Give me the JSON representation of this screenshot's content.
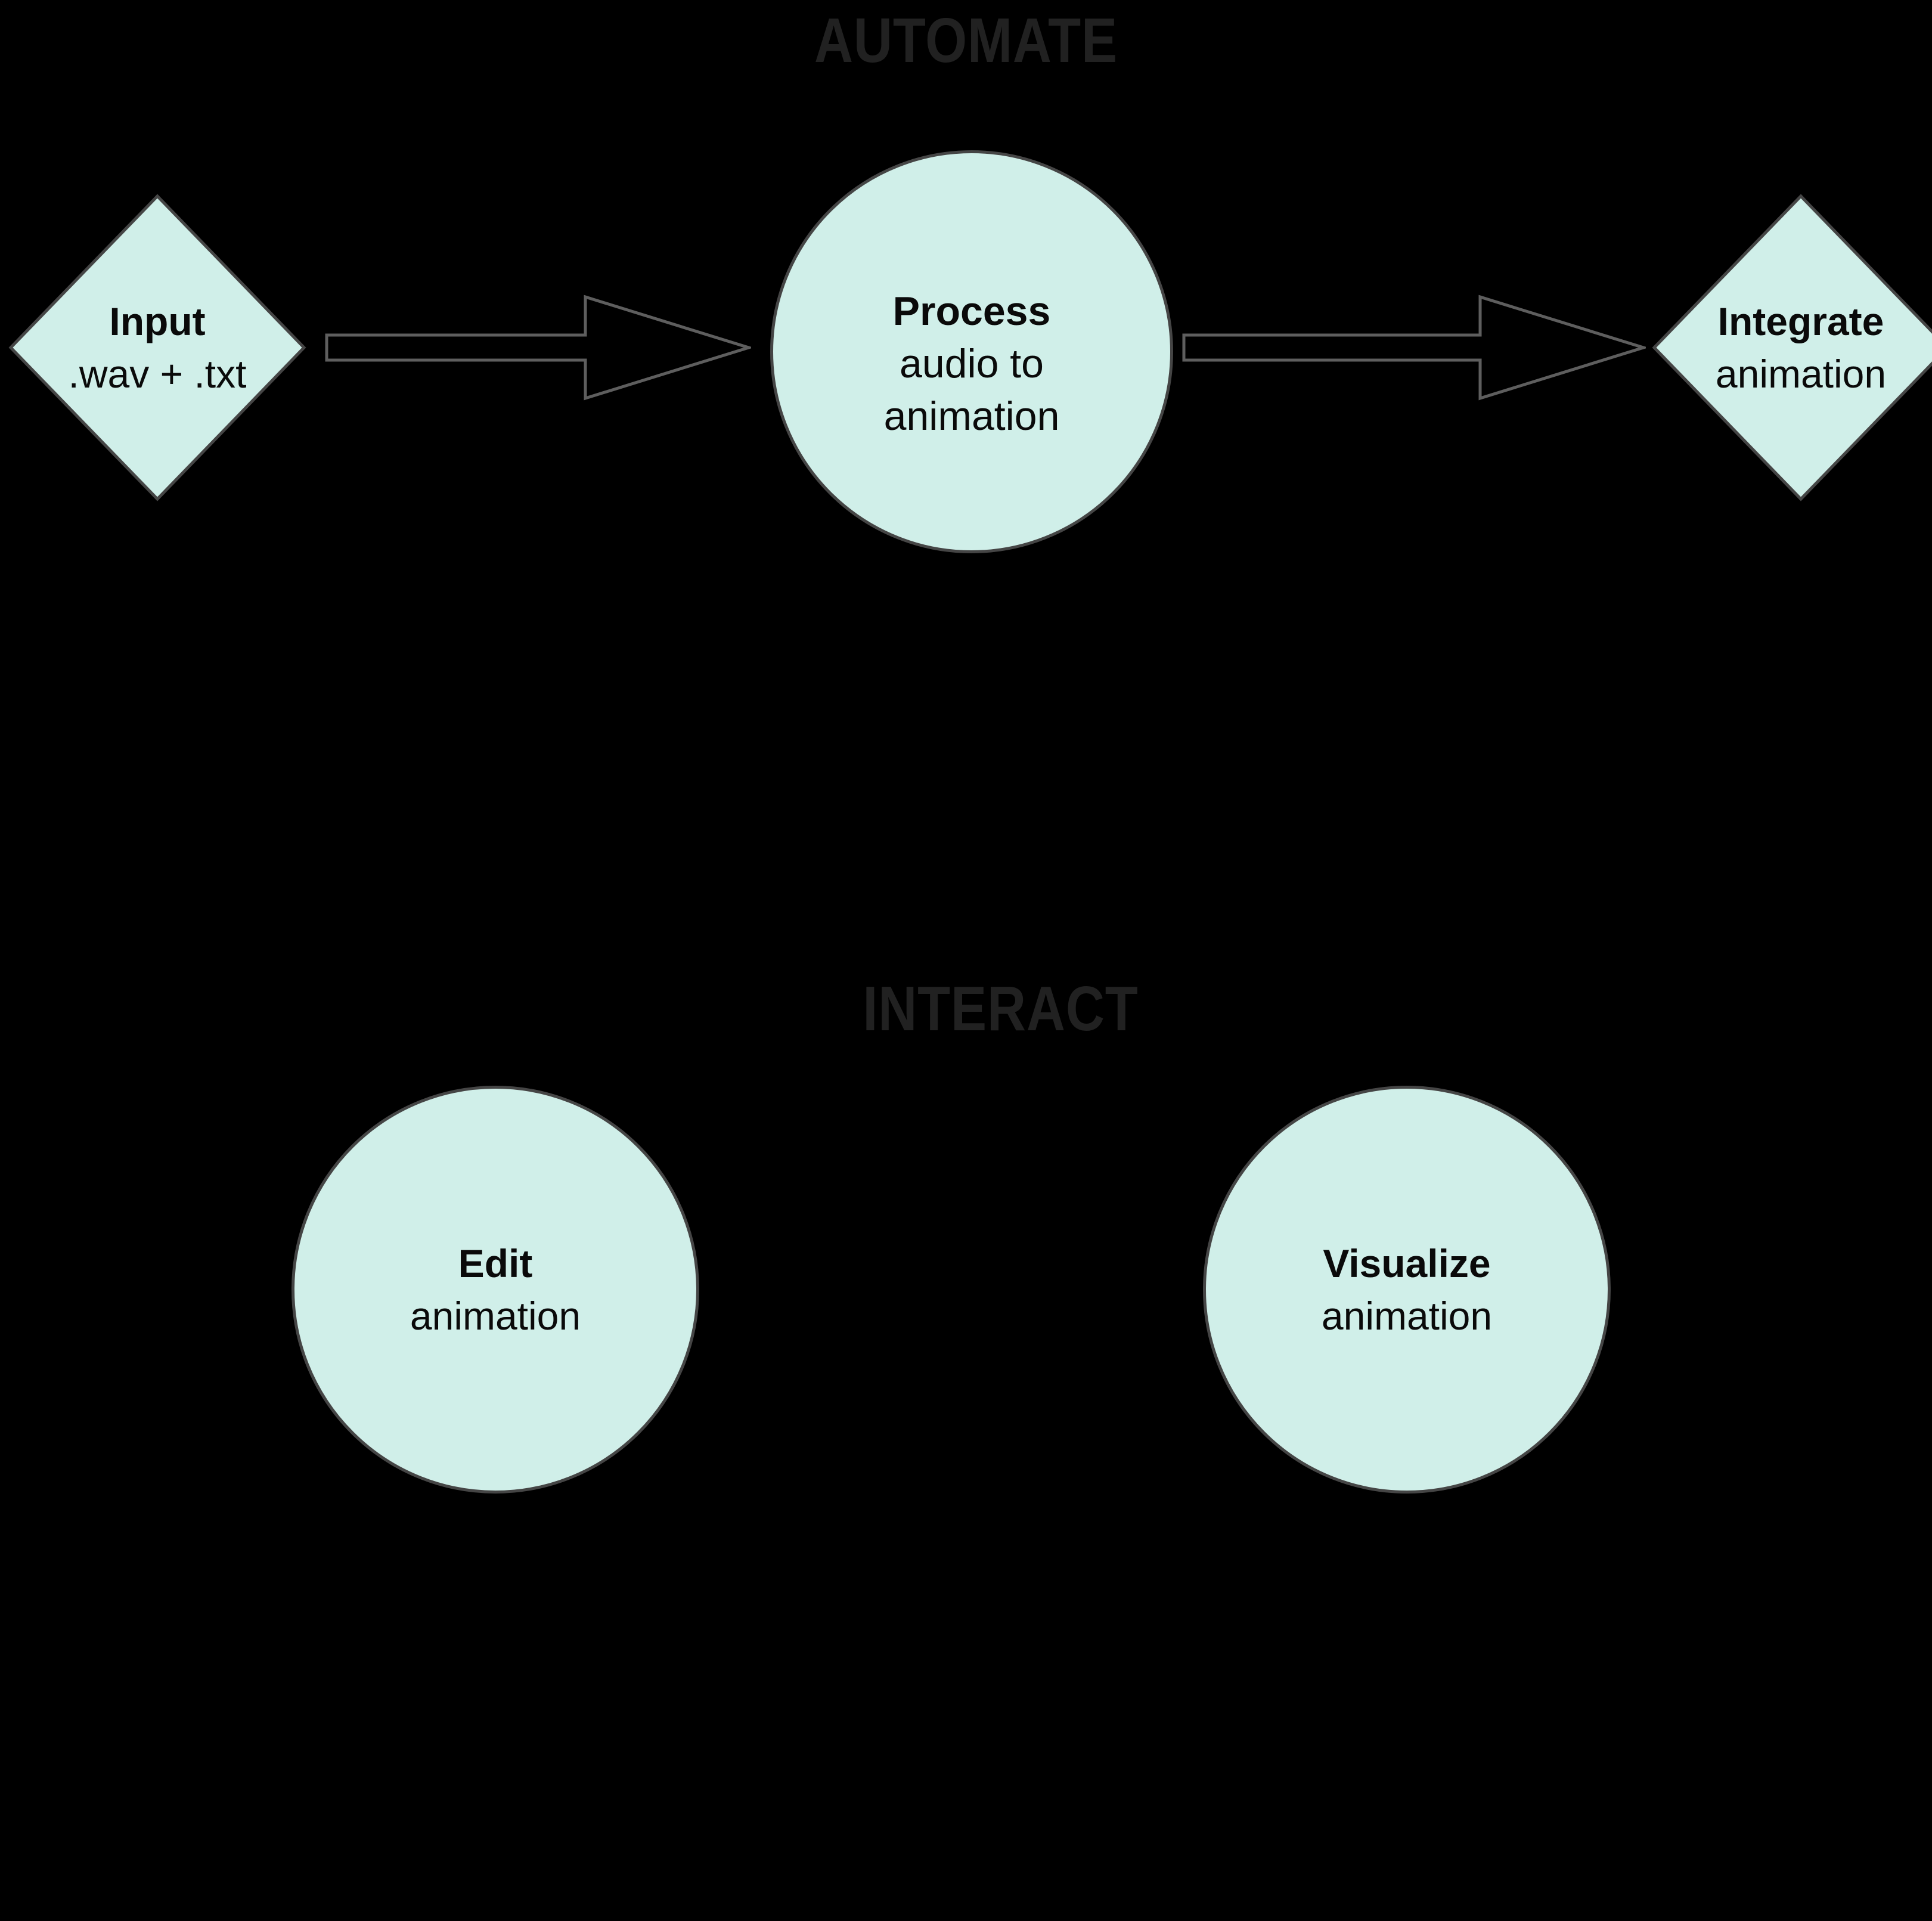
{
  "sections": {
    "automate": {
      "heading": "AUTOMATE"
    },
    "interact": {
      "heading": "INTERACT"
    }
  },
  "nodes": {
    "input": {
      "shape": "diamond",
      "title": "Input",
      "subtitle": ".wav + .txt"
    },
    "process": {
      "shape": "circle",
      "title": "Process",
      "subtitle_lines": [
        "audio to",
        "animation"
      ]
    },
    "integrate": {
      "shape": "diamond",
      "title": "Integrate",
      "subtitle": "animation"
    },
    "edit": {
      "shape": "circle",
      "title": "Edit",
      "subtitle": "animation"
    },
    "visualize": {
      "shape": "circle",
      "title": "Visualize",
      "subtitle": "animation"
    }
  },
  "connectors": [
    {
      "from": "input",
      "to": "process",
      "type": "arrow-right"
    },
    {
      "from": "process",
      "to": "integrate",
      "type": "arrow-right"
    }
  ],
  "colors": {
    "background": "#000000",
    "node_fill": "#d0efe9",
    "node_border": "#454545",
    "arrow_outline": "#5e5e5e",
    "arrow_fill": "#000000",
    "heading_text": "#212121",
    "node_text": "#0a0a0a"
  }
}
